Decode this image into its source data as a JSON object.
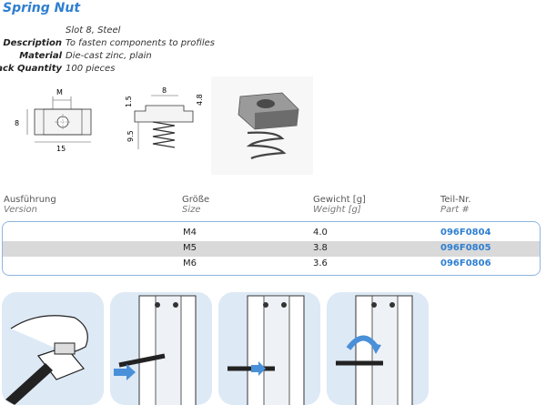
{
  "title": "Spring Nut",
  "specs": [
    {
      "label": "",
      "value": "Slot 8, Steel"
    },
    {
      "label": "Description",
      "value": "To fasten components to profiles"
    },
    {
      "label": "Material",
      "value": "Die-cast zinc, plain"
    },
    {
      "label": "Pack Quantity",
      "value": "100 pieces"
    }
  ],
  "drawing": {
    "top_view": {
      "dim_m": "M",
      "dim_height": "8",
      "dim_width": "15"
    },
    "side_view": {
      "dim_top": "8",
      "dim_left_top": "1.5",
      "dim_right": "4.8",
      "dim_spring": "9.5"
    }
  },
  "table": {
    "headers": [
      {
        "de": "Ausführung",
        "en": "Version"
      },
      {
        "de": "Größe",
        "en": "Size"
      },
      {
        "de": "Gewicht [g]",
        "en": "Weight [g]"
      },
      {
        "de": "Teil-Nr.",
        "en": "Part #"
      }
    ],
    "rows": [
      {
        "version": "",
        "size": "M4",
        "weight": "4.0",
        "part": "096F0804"
      },
      {
        "version": "",
        "size": "M5",
        "weight": "3.8",
        "part": "096F0805"
      },
      {
        "version": "",
        "size": "M6",
        "weight": "3.6",
        "part": "096F0806"
      }
    ]
  },
  "colors": {
    "accent": "#2f7fd0",
    "panel_bg": "#dde9f5",
    "row_alt": "#d9d9d9"
  }
}
